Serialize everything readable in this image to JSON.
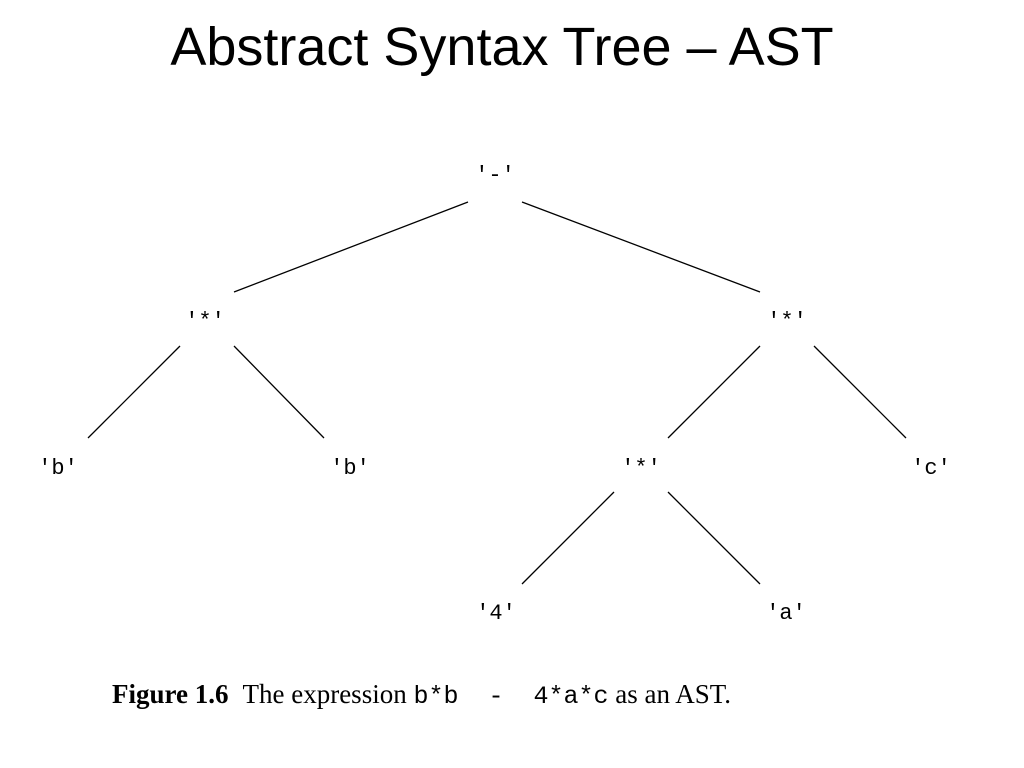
{
  "title": "Abstract Syntax Tree – AST",
  "tree": {
    "nodes": [
      {
        "id": "root",
        "label": "'-'"
      },
      {
        "id": "mul-left",
        "label": "'*'"
      },
      {
        "id": "mul-right",
        "label": "'*'"
      },
      {
        "id": "leaf-b1",
        "label": "'b'"
      },
      {
        "id": "leaf-b2",
        "label": "'b'"
      },
      {
        "id": "mul-inner",
        "label": "'*'"
      },
      {
        "id": "leaf-c",
        "label": "'c'"
      },
      {
        "id": "leaf-4",
        "label": "'4'"
      },
      {
        "id": "leaf-a",
        "label": "'a'"
      }
    ],
    "edges": [
      [
        "root",
        "mul-left"
      ],
      [
        "root",
        "mul-right"
      ],
      [
        "mul-left",
        "leaf-b1"
      ],
      [
        "mul-left",
        "leaf-b2"
      ],
      [
        "mul-right",
        "mul-inner"
      ],
      [
        "mul-right",
        "leaf-c"
      ],
      [
        "mul-inner",
        "leaf-4"
      ],
      [
        "mul-inner",
        "leaf-a"
      ]
    ]
  },
  "caption": {
    "figure_label": "Figure 1.6",
    "text_before": "The expression ",
    "code": "b*b  -  4*a*c",
    "text_after": " as an AST."
  }
}
